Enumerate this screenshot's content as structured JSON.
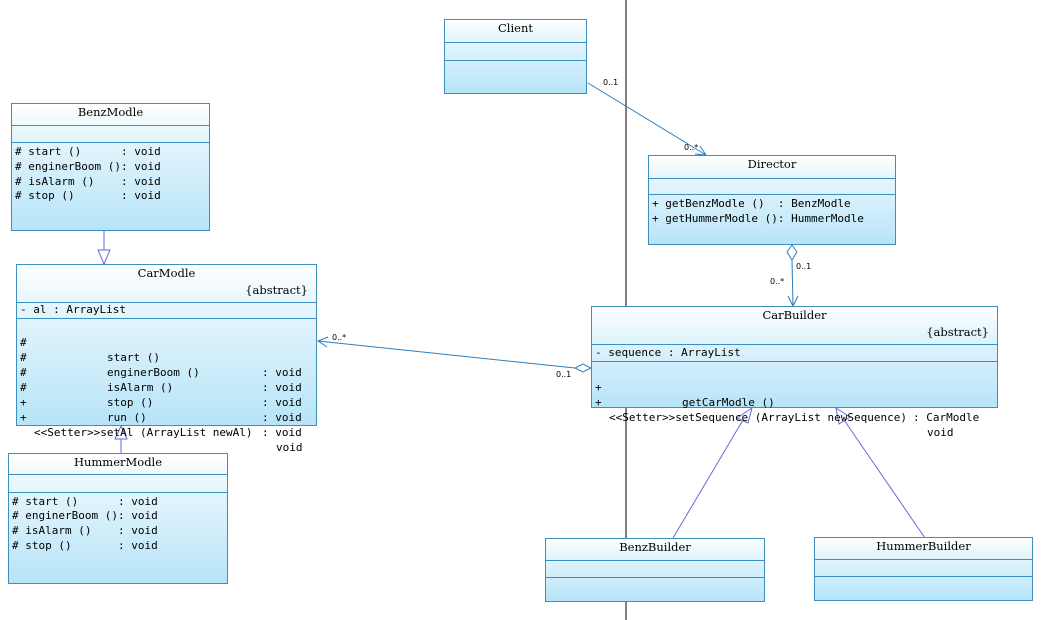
{
  "classes": {
    "client": {
      "name": "Client"
    },
    "director": {
      "name": "Director",
      "ops": [
        {
          "text": "+ getBenzModle ()  : BenzModle"
        },
        {
          "text": "+ getHummerModle (): HummerModle"
        }
      ]
    },
    "benzmodle": {
      "name": "BenzModle",
      "ops": [
        {
          "text": "# start ()      : void"
        },
        {
          "text": "# enginerBoom (): void"
        },
        {
          "text": "# isAlarm ()    : void"
        },
        {
          "text": "# stop ()       : void"
        }
      ]
    },
    "carmodle": {
      "name": "CarModle",
      "stereotype": "{abstract}",
      "attrs": [
        {
          "text": "- al : ArrayList"
        }
      ],
      "ops": [
        {
          "vis": "#",
          "name": "start ()",
          "type": ": void"
        },
        {
          "vis": "#",
          "name": "enginerBoom ()",
          "type": ": void"
        },
        {
          "vis": "#",
          "name": "isAlarm ()",
          "type": ": void"
        },
        {
          "vis": "#",
          "name": "stop ()",
          "type": ": void"
        },
        {
          "vis": "+",
          "name": "run ()",
          "type": ": void"
        },
        {
          "vis": "+",
          "name": "<<Setter>>setAl (ArrayList newAl)",
          "type": "void"
        }
      ]
    },
    "hummermodle": {
      "name": "HummerModle",
      "ops": [
        {
          "text": "# start ()      : void"
        },
        {
          "text": "# enginerBoom (): void"
        },
        {
          "text": "# isAlarm ()    : void"
        },
        {
          "text": "# stop ()       : void"
        }
      ]
    },
    "carbuilder": {
      "name": "CarBuilder",
      "stereotype": "{abstract}",
      "attrs": [
        {
          "text": "- sequence : ArrayList"
        }
      ],
      "ops": [
        {
          "vis": "+",
          "name": "getCarModle ()",
          "type": ": CarModle"
        },
        {
          "vis": "+",
          "name": "<<Setter>>setSequence (ArrayList newSequence)",
          "type": "void"
        }
      ]
    },
    "benzbuilder": {
      "name": "BenzBuilder"
    },
    "hummerbuilder": {
      "name": "HummerBuilder"
    }
  },
  "multiplicities": {
    "client_director_src": "0..1",
    "client_director_dst": "0..*",
    "director_builder_src": "0..1",
    "director_builder_dst": "0..*",
    "builder_carmodle_src": "0..1",
    "builder_carmodle_dst": "0..*"
  },
  "colors": {
    "box_border": "#3d8fc0",
    "box_fill": "#b7e4f8",
    "relation_line": "#6a6ad8",
    "association_line": "#2c7fbf",
    "separator": "#000000"
  }
}
